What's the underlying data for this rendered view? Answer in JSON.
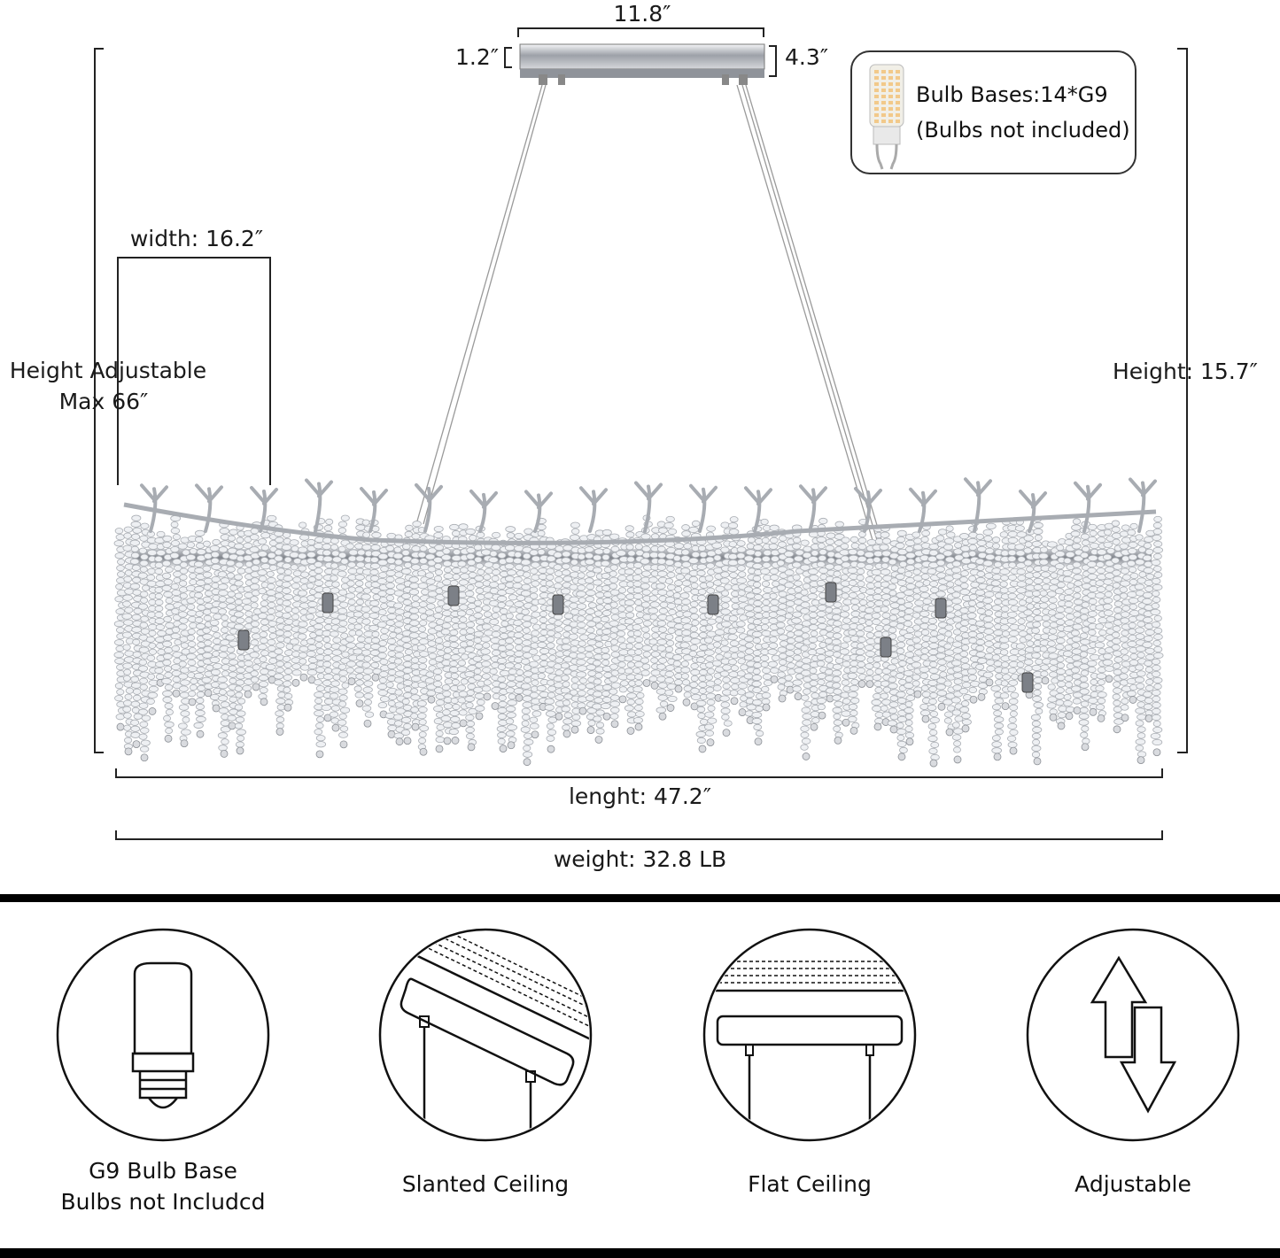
{
  "dimensions": {
    "canopy_length": "11.8″",
    "canopy_height_left": "1.2″",
    "canopy_height_right": "4.3″",
    "width": "width: 16.2″",
    "height_adjustable_line1": "Height Adjustable",
    "height_adjustable_line2": "Max 66″",
    "height": "Height: 15.7″",
    "length": "lenght: 47.2″",
    "weight": "weight: 32.8 LB"
  },
  "bulb_callout": {
    "line1": "Bulb Bases:14*G9",
    "line2": "(Bulbs not included)",
    "icon": "g9-led-bulb-icon"
  },
  "features": [
    {
      "label_line1": "G9 Bulb Base",
      "label_line2": "Bulbs not Includcd",
      "icon": "g9-bulb-base-icon"
    },
    {
      "label_line1": "Slanted Ceiling",
      "icon": "slanted-ceiling-icon"
    },
    {
      "label_line1": "Flat Ceiling",
      "icon": "flat-ceiling-icon"
    },
    {
      "label_line1": "Adjustable",
      "icon": "adjustable-arrows-icon"
    }
  ],
  "colors": {
    "line": "#222222",
    "chrome": "#b9bcc1",
    "crystal": "#e6e8ec",
    "divider": "#000000"
  }
}
